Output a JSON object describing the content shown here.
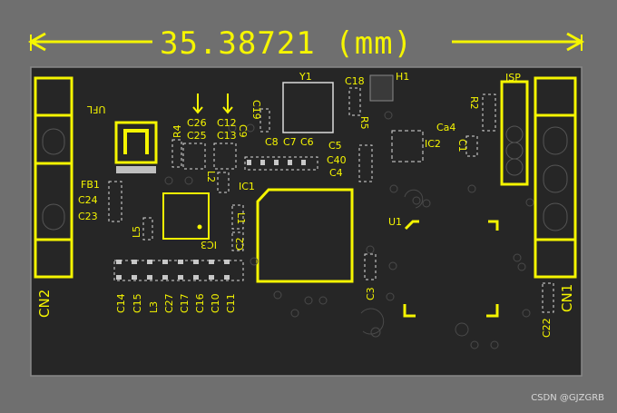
{
  "dimension": {
    "text": "35.38721 (mm)"
  },
  "labels": {
    "ufl": "UFL",
    "c26": "C26",
    "c12": "C12",
    "c25": "C25",
    "c13": "C13",
    "r4": "R4",
    "c19": "C19",
    "y1": "Y1",
    "c18": "C18",
    "h1": "H1",
    "isp": "ISP",
    "r2": "R2",
    "r5": "R5",
    "ca4": "Ca4",
    "c1": "C1",
    "c9": "C9",
    "c8": "C8",
    "c7": "C7",
    "c6": "C6",
    "c5": "C5",
    "c40": "C40",
    "c4": "C4",
    "ic2": "IC2",
    "fb1": "FB1",
    "c24": "C24",
    "c23": "C23",
    "l5": "L5",
    "l2": "L2",
    "ic1": "IC1",
    "l1": "L1",
    "ic3": "IC3",
    "c2": "C2",
    "u1": "U1",
    "c3": "C3",
    "cn2": "CN2",
    "cn1": "CN1",
    "c14": "C14",
    "c15": "C15",
    "l3": "L3",
    "c27": "C27",
    "c17": "C17",
    "c16": "C16",
    "c10": "C10",
    "c11": "C11",
    "c22": "C22"
  },
  "watermark": "CSDN @GJZGRB",
  "colors": {
    "silkscreen": "#f5f500",
    "board": "#262626",
    "background": "#6f6f6f",
    "pad": "#c8c8c8"
  }
}
